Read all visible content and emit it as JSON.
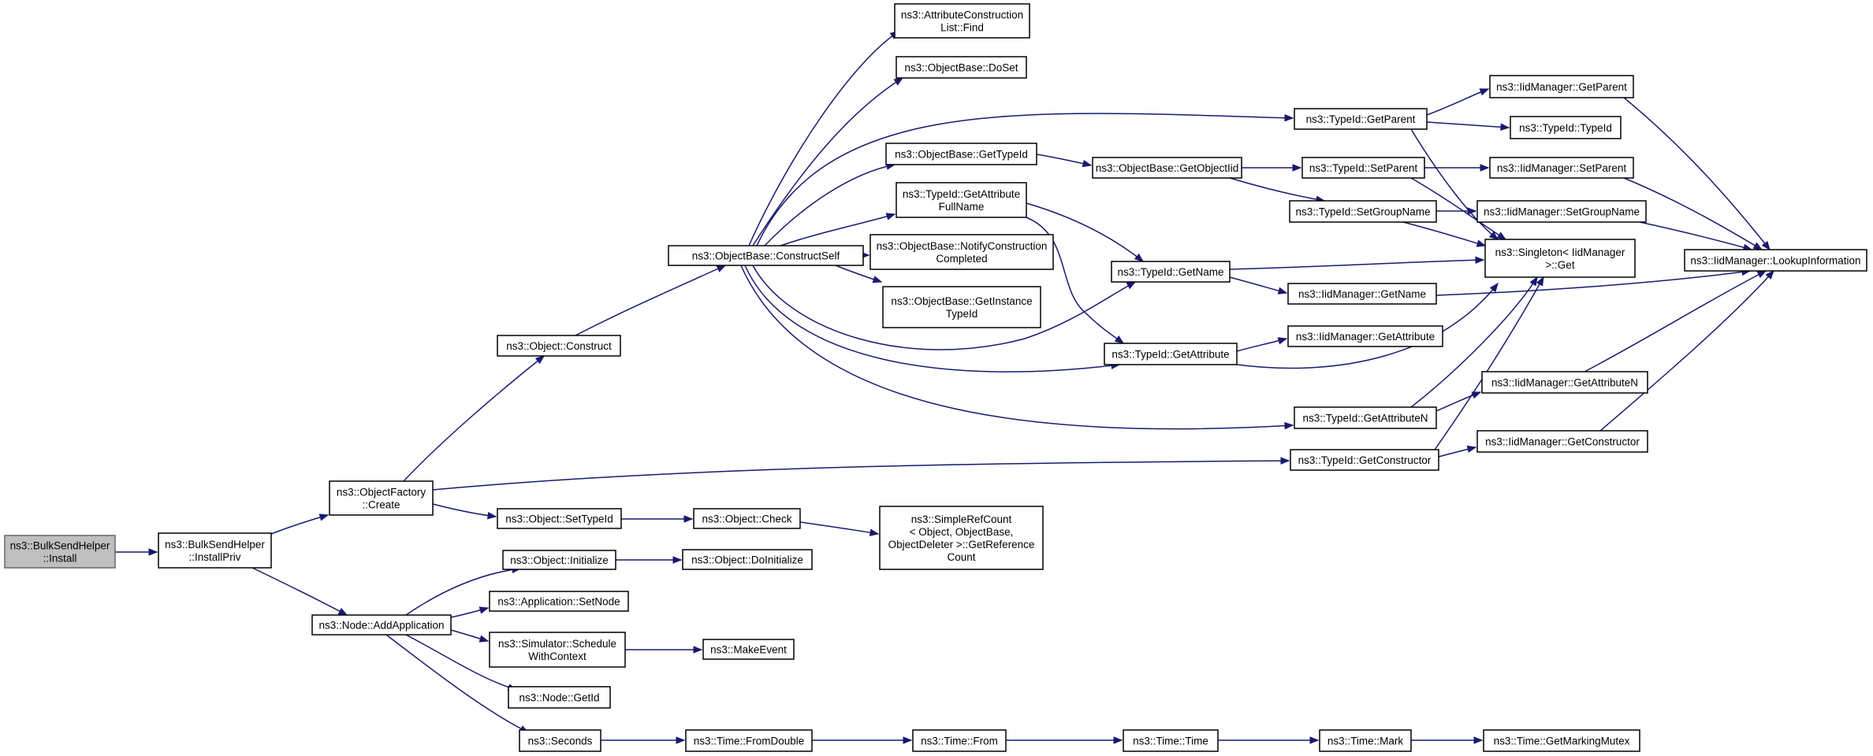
{
  "graph": {
    "edge_color": "#191970",
    "root_fill": "#bfbfbf",
    "nodes": [
      {
        "id": "bsh_install",
        "lines": [
          "ns3::BulkSendHelper",
          "::Install"
        ],
        "root": true
      },
      {
        "id": "bsh_installpriv",
        "lines": [
          "ns3::BulkSendHelper",
          "::InstallPriv"
        ]
      },
      {
        "id": "of_create",
        "lines": [
          "ns3::ObjectFactory",
          "::Create"
        ]
      },
      {
        "id": "node_addapp",
        "lines": [
          "ns3::Node::AddApplication"
        ]
      },
      {
        "id": "obj_construct",
        "lines": [
          "ns3::Object::Construct"
        ]
      },
      {
        "id": "obj_settypeid",
        "lines": [
          "ns3::Object::SetTypeId"
        ]
      },
      {
        "id": "obj_initialize",
        "lines": [
          "ns3::Object::Initialize"
        ]
      },
      {
        "id": "app_setnode",
        "lines": [
          "ns3::Application::SetNode"
        ]
      },
      {
        "id": "sim_schedule",
        "lines": [
          "ns3::Simulator::Schedule",
          "WithContext"
        ]
      },
      {
        "id": "node_getid",
        "lines": [
          "ns3::Node::GetId"
        ]
      },
      {
        "id": "seconds",
        "lines": [
          "ns3::Seconds"
        ]
      },
      {
        "id": "ob_constructself",
        "lines": [
          "ns3::ObjectBase::ConstructSelf"
        ]
      },
      {
        "id": "obj_check",
        "lines": [
          "ns3::Object::Check"
        ]
      },
      {
        "id": "obj_doinit",
        "lines": [
          "ns3::Object::DoInitialize"
        ]
      },
      {
        "id": "makeevent",
        "lines": [
          "ns3::MakeEvent"
        ]
      },
      {
        "id": "time_fromdouble",
        "lines": [
          "ns3::Time::FromDouble"
        ]
      },
      {
        "id": "acl_find",
        "lines": [
          "ns3::AttributeConstruction",
          "List::Find"
        ]
      },
      {
        "id": "ob_doset",
        "lines": [
          "ns3::ObjectBase::DoSet"
        ]
      },
      {
        "id": "ob_gettypeid",
        "lines": [
          "ns3::ObjectBase::GetTypeId"
        ]
      },
      {
        "id": "tid_getattrfullname",
        "lines": [
          "ns3::TypeId::GetAttribute",
          "FullName"
        ]
      },
      {
        "id": "ob_notify",
        "lines": [
          "ns3::ObjectBase::NotifyConstruction",
          "Completed"
        ]
      },
      {
        "id": "ob_getinstance",
        "lines": [
          "ns3::ObjectBase::GetInstance",
          "TypeId"
        ]
      },
      {
        "id": "simplerefcount",
        "lines": [
          "ns3::SimpleRefCount",
          "< Object, ObjectBase,",
          "ObjectDeleter >::GetReference",
          "Count"
        ]
      },
      {
        "id": "time_from",
        "lines": [
          "ns3::Time::From"
        ]
      },
      {
        "id": "ob_getobjectiid",
        "lines": [
          "ns3::ObjectBase::GetObjectIid"
        ]
      },
      {
        "id": "tid_getname",
        "lines": [
          "ns3::TypeId::GetName"
        ]
      },
      {
        "id": "tid_getattribute",
        "lines": [
          "ns3::TypeId::GetAttribute"
        ]
      },
      {
        "id": "time_time",
        "lines": [
          "ns3::Time::Time"
        ]
      },
      {
        "id": "tid_getparent",
        "lines": [
          "ns3::TypeId::GetParent"
        ]
      },
      {
        "id": "tid_setparent",
        "lines": [
          "ns3::TypeId::SetParent"
        ]
      },
      {
        "id": "tid_setgroupname",
        "lines": [
          "ns3::TypeId::SetGroupName"
        ]
      },
      {
        "id": "iid_getname",
        "lines": [
          "ns3::IidManager::GetName"
        ]
      },
      {
        "id": "iid_getattribute",
        "lines": [
          "ns3::IidManager::GetAttribute"
        ]
      },
      {
        "id": "tid_getattributen",
        "lines": [
          "ns3::TypeId::GetAttributeN"
        ]
      },
      {
        "id": "tid_getconstructor",
        "lines": [
          "ns3::TypeId::GetConstructor"
        ]
      },
      {
        "id": "time_mark",
        "lines": [
          "ns3::Time::Mark"
        ]
      },
      {
        "id": "iid_getparent",
        "lines": [
          "ns3::IidManager::GetParent"
        ]
      },
      {
        "id": "tid_typeid",
        "lines": [
          "ns3::TypeId::TypeId"
        ]
      },
      {
        "id": "iid_setparent",
        "lines": [
          "ns3::IidManager::SetParent"
        ]
      },
      {
        "id": "iid_setgroupname",
        "lines": [
          "ns3::IidManager::SetGroupName"
        ]
      },
      {
        "id": "singleton_get",
        "lines": [
          "ns3::Singleton< IidManager",
          ">::Get"
        ]
      },
      {
        "id": "iid_getattributen",
        "lines": [
          "ns3::IidManager::GetAttributeN"
        ]
      },
      {
        "id": "iid_getconstructor",
        "lines": [
          "ns3::IidManager::GetConstructor"
        ]
      },
      {
        "id": "time_getmarkingmutex",
        "lines": [
          "ns3::Time::GetMarkingMutex"
        ]
      },
      {
        "id": "iid_lookup",
        "lines": [
          "ns3::IidManager::LookupInformation"
        ]
      }
    ]
  }
}
